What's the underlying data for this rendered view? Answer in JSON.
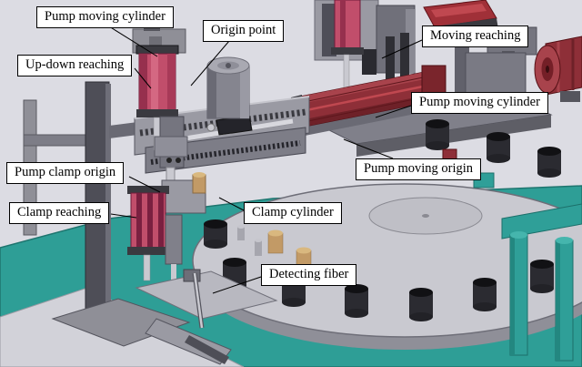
{
  "figure": {
    "labels": [
      {
        "id": "pump-moving-cylinder-top",
        "text": "Pump moving cylinder"
      },
      {
        "id": "origin-point",
        "text": "Origin point"
      },
      {
        "id": "moving-reaching",
        "text": "Moving reaching"
      },
      {
        "id": "up-down-reaching",
        "text": "Up-down reaching"
      },
      {
        "id": "pump-moving-cylinder-right",
        "text": "Pump moving cylinder"
      },
      {
        "id": "pump-clamp-origin",
        "text": "Pump clamp origin"
      },
      {
        "id": "pump-moving-origin",
        "text": "Pump moving origin"
      },
      {
        "id": "clamp-reaching",
        "text": "Clamp reaching"
      },
      {
        "id": "clamp-cylinder",
        "text": "Clamp cylinder"
      },
      {
        "id": "detecting-fiber",
        "text": "Detecting fiber"
      }
    ],
    "colors": {
      "backdrop_wall": "#DCDCE3",
      "floor_teal": "#2E9E96",
      "table_gray": "#C9C9D0",
      "machine_gray": "#8F8F97",
      "cylinder_pink": "#C14E6B",
      "cylinder_dark_red": "#8E2F38",
      "frame_teal": "#2F9F98",
      "puck_black": "#2B2B31",
      "label_background": "#FFFFFF",
      "label_border": "#000000",
      "callout_line": "#000000"
    }
  }
}
